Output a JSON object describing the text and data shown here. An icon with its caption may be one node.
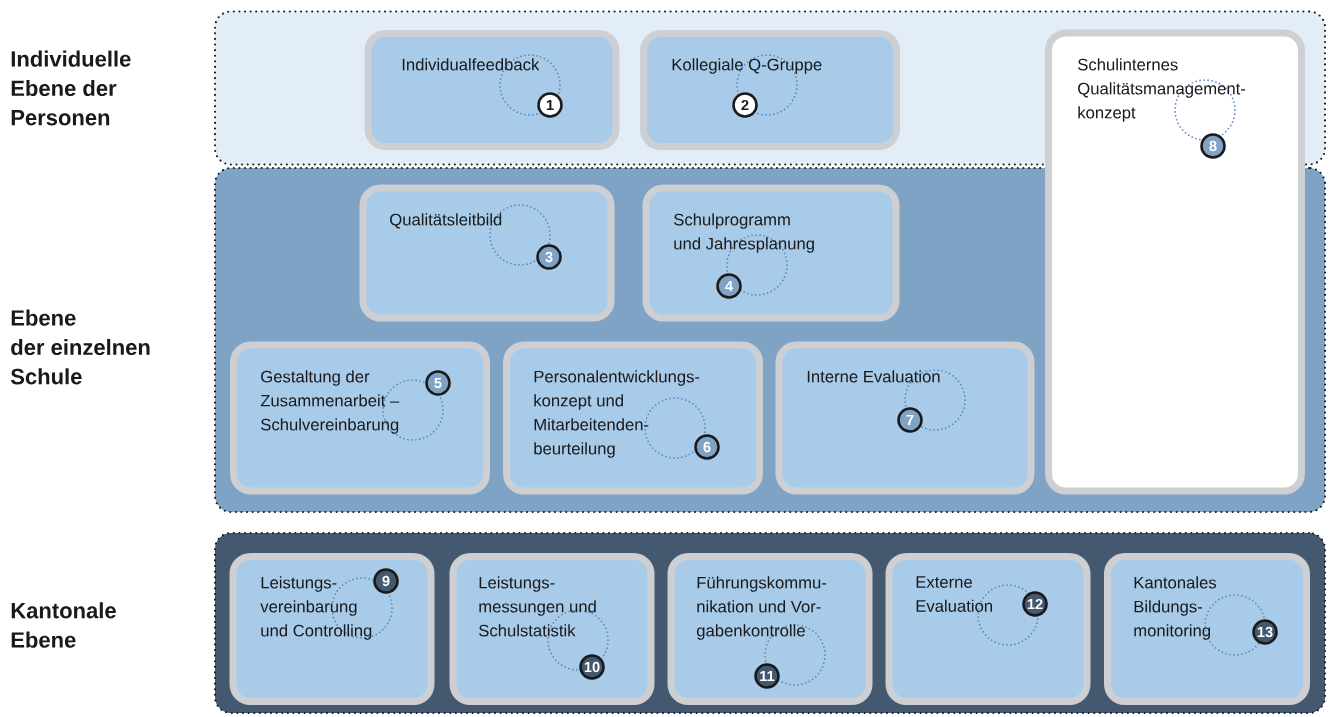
{
  "diagram": {
    "nodes": [
      {
        "text": [
          "Individuelle Ebene der Personen"
        ]
      },
      {
        "text": [
          "Individualfeedback",
          "1"
        ],
        "in": 0
      },
      {
        "text": [
          "Kollegiale Q-Gruppe",
          "2"
        ],
        "in": 0
      },
      {
        "text": [
          "Schulinternes Qualitätsmanagement- konzept",
          "8"
        ]
      },
      {
        "text": [
          "Ebene der einzelnen Schule"
        ]
      },
      {
        "text": [
          "Qualitätsleitbild",
          "3"
        ],
        "in": 4
      },
      {
        "text": [
          "Schulprogramm und Jahresplanung",
          "4"
        ],
        "in": 4
      },
      {
        "text": [
          "Gestaltung der Zusammenarbeit – Schulvereinbarung",
          "5"
        ],
        "in": 4
      },
      {
        "text": [
          "Personalentwicklungs- konzept und Mitarbeitenden- beurteilung",
          "6"
        ],
        "in": 4
      },
      {
        "text": [
          "Interne Evaluation",
          "7"
        ],
        "in": 4
      },
      {
        "text": [
          "Kantonale Ebene"
        ]
      },
      {
        "text": [
          "Leistungs- vereinbarung und Controlling",
          "9"
        ],
        "in": 10
      },
      {
        "text": [
          "Leistungs- messungen und Schulstatistik",
          "10"
        ],
        "in": 10
      },
      {
        "text": [
          "Führungskommu- nikation und Vor- gabenkontrolle",
          "11"
        ],
        "in": 10
      },
      {
        "text": [
          "Externe Evaluation",
          "12"
        ],
        "in": 10
      },
      {
        "text": [
          "Kantonales Bildungs- monitoring",
          "13"
        ],
        "in": 10
      }
    ]
  }
}
